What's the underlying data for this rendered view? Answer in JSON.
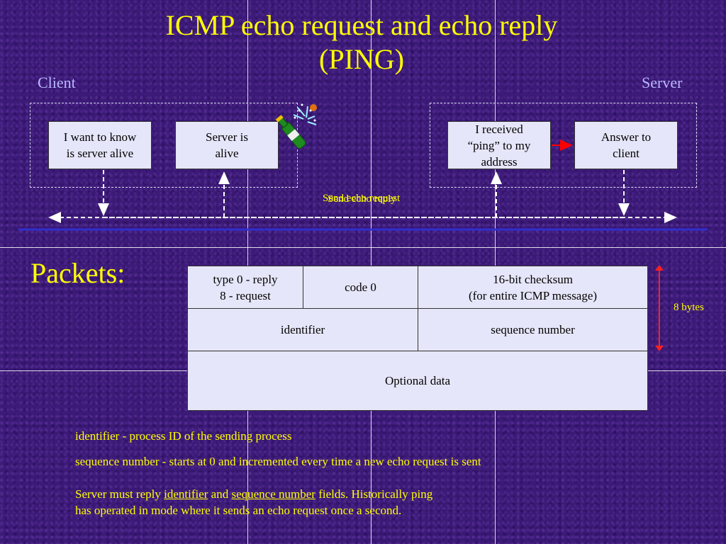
{
  "title": "ICMP echo request and echo reply (PING)",
  "client_label": "Client",
  "server_label": "Server",
  "client_boxes": [
    {
      "text": "I want to know\nis server alive"
    },
    {
      "text": "Server is\nalive"
    }
  ],
  "server_boxes": [
    {
      "text": "I received\n“ping” to my\naddress"
    },
    {
      "text": "Answer to\nclient"
    }
  ],
  "messages": {
    "request": "Send echo request",
    "reply": "Send echo reply"
  },
  "packets_title": "Packets:",
  "packet": {
    "type_field": "type 0 - reply\n8 - request",
    "code_field": "code  0",
    "checksum_field": "16-bit checksum\n(for entire ICMP message)",
    "identifier_field": "identifier",
    "sequence_field": "sequence number",
    "optional_field": "Optional data",
    "header_size": "8 bytes"
  },
  "notes": {
    "identifier": "identifier - process ID of the sending process",
    "sequence": "sequence number - starts at 0 and incremented every time a new echo request is sent",
    "reply_part1": "Server must reply ",
    "reply_identifier": "identifier",
    "reply_and": " and ",
    "reply_sequence": "sequence number",
    "reply_part2": " fields. Historically ping",
    "reply_line2": "has operated in mode where it sends an echo request once a second."
  },
  "colors": {
    "title": "#ffff00",
    "side_label": "#b8b8ff",
    "box_fill": "#e6e6fa",
    "network_line": "#3030d0",
    "internal_arrow": "#ff0000",
    "size_arrow": "#ff2020"
  },
  "icons": {
    "clipart": "champagne-bottle-icon"
  }
}
